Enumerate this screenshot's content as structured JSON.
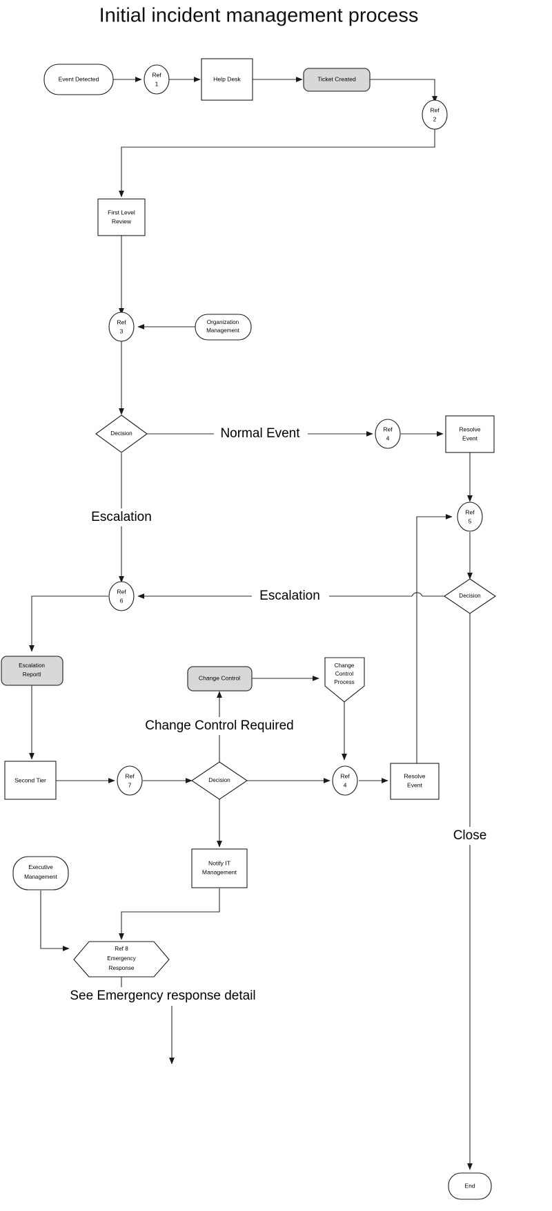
{
  "diagram": {
    "title": "Initial incident management process",
    "accent_shaded": "#d8d8d8",
    "stroke": "#1a1a1a"
  },
  "nodes": {
    "event_detected": "Event Detected",
    "ref1_a": "Ref",
    "ref1_b": "1",
    "help_desk": "Help Desk",
    "ticket_created": "Ticket Created",
    "ref2_a": "Ref",
    "ref2_b": "2",
    "first_level_review_1": "First Level",
    "first_level_review_2": "Review",
    "ref3_a": "Ref",
    "ref3_b": "3",
    "organization_management_1": "Organization",
    "organization_management_2": "Management",
    "decision_1": "Decision",
    "ref4_a": "Ref",
    "ref4_b": "4",
    "resolve_event_1": "Resolve",
    "resolve_event_2": "Event",
    "ref5_a": "Ref",
    "ref5_b": "5",
    "decision_2": "Decision",
    "ref6_a": "Ref",
    "ref6_b": "6",
    "escalation_report_1": "Escalation",
    "escalation_report_2": "Reportl",
    "change_control": "Change Control",
    "change_control_process_1": "Change",
    "change_control_process_2": "Control",
    "change_control_process_3": "Process",
    "second_tier": "Second Tier",
    "ref7_a": "Ref",
    "ref7_b": "7",
    "decision_3": "Decision",
    "ref4b_a": "Ref",
    "ref4b_b": "4",
    "resolve_event_b_1": "Resolve",
    "resolve_event_b_2": "Event",
    "notify_it_1": "Notify IT",
    "notify_it_2": "Management",
    "executive_management_1": "Executive",
    "executive_management_2": "Management",
    "ref8_a": "Ref 8",
    "ref8_b": "Emergency",
    "ref8_c": "Response",
    "end": "End"
  },
  "edge_labels": {
    "normal_event": "Normal Event",
    "escalation_left": "Escalation",
    "escalation_mid": "Escalation",
    "change_control_required": "Change Control Required",
    "close": "Close",
    "see_emergency_detail": "See Emergency response detail"
  }
}
